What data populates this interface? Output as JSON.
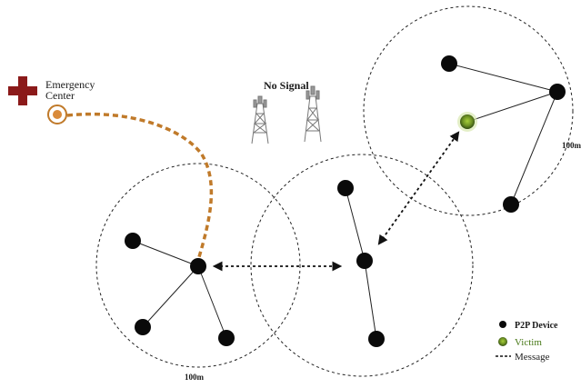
{
  "emergency_center": {
    "label_line1": "Emergency",
    "label_line2": "Center",
    "cross_color": "#8b1a1a",
    "link_color": "#c07a2a"
  },
  "towers": {
    "label": "No Signal"
  },
  "clusters": {
    "left_range_label": "100m",
    "right_range_label": "100m"
  },
  "legend": {
    "p2p_device": "P2P Device",
    "victim": "Victim",
    "message": "Message",
    "device_color": "#0a0a0a",
    "victim_color": "#6b8e23",
    "victim_text_color": "#4a7a1a"
  }
}
